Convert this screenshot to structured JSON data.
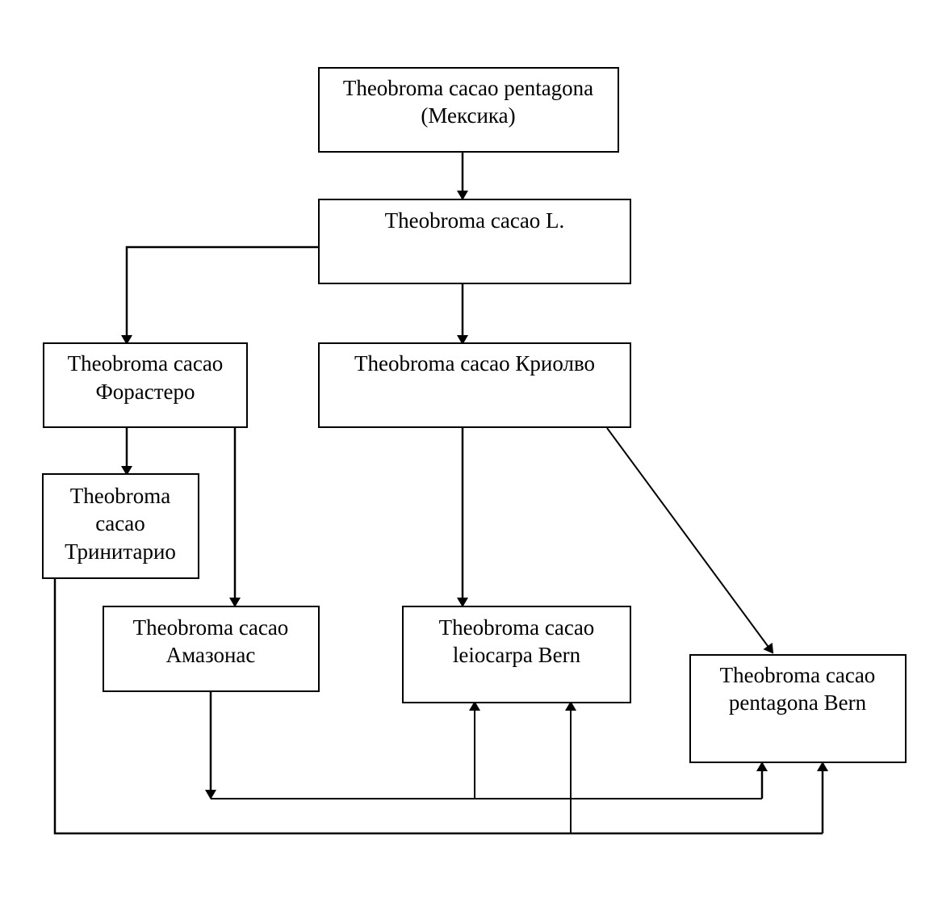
{
  "nodes": {
    "pentagona_mexico": {
      "line1": "Theobroma cacao pentagona",
      "line2": "(Мексика)"
    },
    "cacao_l": {
      "line1": "Theobroma cacao L."
    },
    "forastero": {
      "line1": "Theobroma cacao",
      "line2": "Форастеро"
    },
    "criollo": {
      "line1": "Theobroma cacao Криолво"
    },
    "trinitario": {
      "line1": "Theobroma",
      "line2": "cacao",
      "line3": "Тринитарио"
    },
    "amazonas": {
      "line1": "Theobroma cacao",
      "line2": "Амазонас"
    },
    "leiocarpa": {
      "line1": "Theobroma cacao",
      "line2": "leiocarpa Bern"
    },
    "pentagona_bern": {
      "line1": "Theobroma cacao",
      "line2": "pentagona Bern"
    }
  },
  "edges": [
    {
      "from": "pentagona_mexico",
      "to": "cacao_l"
    },
    {
      "from": "cacao_l",
      "to": "forastero"
    },
    {
      "from": "cacao_l",
      "to": "criollo"
    },
    {
      "from": "forastero",
      "to": "trinitario"
    },
    {
      "from": "forastero",
      "to": "amazonas"
    },
    {
      "from": "criollo",
      "to": "leiocarpa"
    },
    {
      "from": "criollo",
      "to": "pentagona_bern"
    },
    {
      "from": "amazonas",
      "to": "leiocarpa"
    },
    {
      "from": "amazonas",
      "to": "pentagona_bern"
    },
    {
      "from": "trinitario",
      "to": "leiocarpa"
    },
    {
      "from": "trinitario",
      "to": "pentagona_bern"
    }
  ]
}
